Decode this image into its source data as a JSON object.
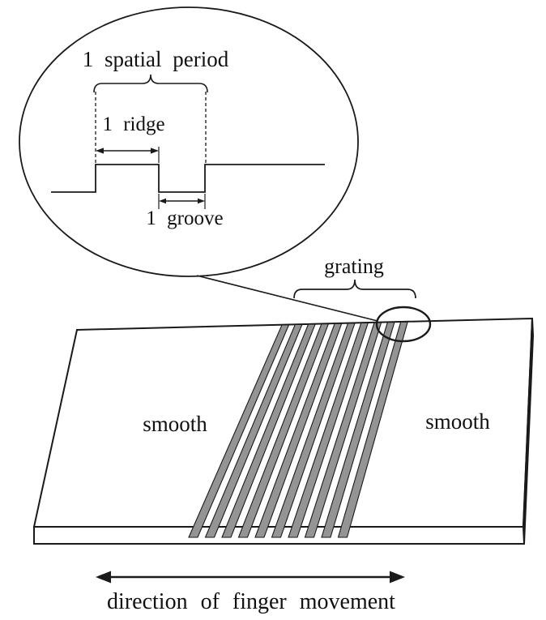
{
  "title": "tactile grating schematic",
  "colors": {
    "ink": "#1a1a1a",
    "ridge_fill": "#949494",
    "background": "#ffffff"
  },
  "inset": {
    "spatial_period_label": "1 spatial period",
    "ridge_label": "1 ridge",
    "groove_label": "1 groove"
  },
  "plate": {
    "grating_label": "grating",
    "smooth_left_label": "smooth",
    "smooth_right_label": "smooth"
  },
  "footer": {
    "direction_label": "direction of finger movement"
  }
}
